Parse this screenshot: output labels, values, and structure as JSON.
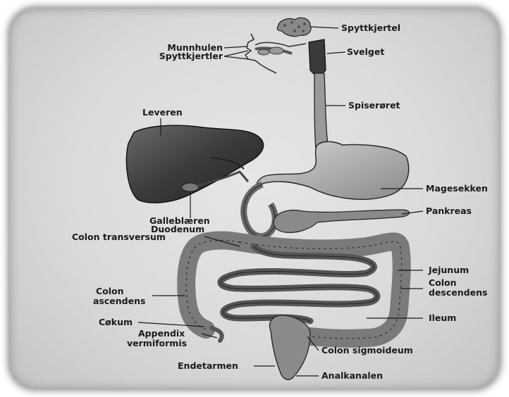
{
  "labels": {
    "spyttkjertel": "Spyttkjertel",
    "munnhulen": "Munnhulen",
    "spyttkjertler": "Spyttkjertler",
    "svelget": "Svelget",
    "spiseroret": "Spiserøret",
    "leveren": "Leveren",
    "magesekken": "Magesekken",
    "pankreas": "Pankreas",
    "galleblaeren": "Galleblæren",
    "duodenum": "Duodenum",
    "colon_transversum": "Colon transversum",
    "jejunum": "Jejunum",
    "colon_descendens_1": "Colon",
    "colon_descendens_2": "descendens",
    "colon_ascendens_1": "Colon",
    "colon_ascendens_2": "ascendens",
    "ileum": "Ileum",
    "cokum": "Cøkum",
    "appendix_1": "Appendix",
    "appendix_2": "vermiformis",
    "colon_sigmoideum": "Colon sigmoideum",
    "endetarmen": "Endetarmen",
    "analkanalen": "Analkanalen"
  }
}
